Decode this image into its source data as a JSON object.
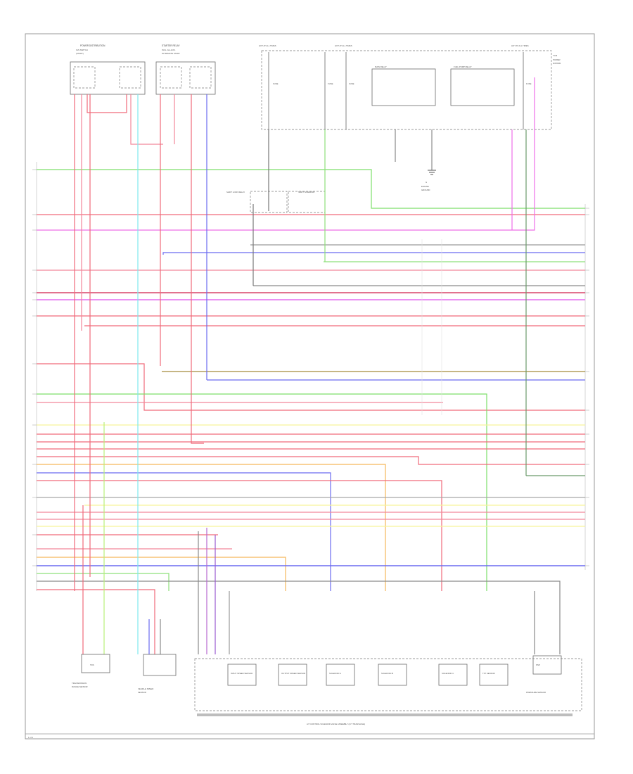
{
  "diagram": {
    "page_ref": "1 of 2",
    "bottom_caption": "A/T CONTROL SOLENOID VALVE ASSEMBLY (C/T TRANSAXLE)",
    "components": {
      "top_left_1": "POWER DISTRIBUTION",
      "top_left_2": "STARTER RELAY",
      "fuse_hot_1": "HOT AT ALL TIMES",
      "fuse_hot_2": "HOT AT ALL TIMES",
      "fuse_hot_3": "HOT AT ALL TIMES",
      "relay_1": "MAIN RELAY",
      "relay_2": "FUEL PUMP RELAY",
      "right_box": "TCM",
      "ground": "G",
      "mid_relay_1": "SHIFT LOCK RELAY",
      "mid_relay_2": "SHIFT SOLENOID",
      "bottom_1": "INPUT SPEED SENSOR",
      "bottom_2": "OUTPUT SPEED SENSOR",
      "bottom_3": "SOLENOID A",
      "bottom_4": "SOLENOID B",
      "bottom_5": "SOLENOID C",
      "bottom_6": "TFT SENSOR",
      "bottom_7": "PRESSURE SENSOR"
    }
  }
}
